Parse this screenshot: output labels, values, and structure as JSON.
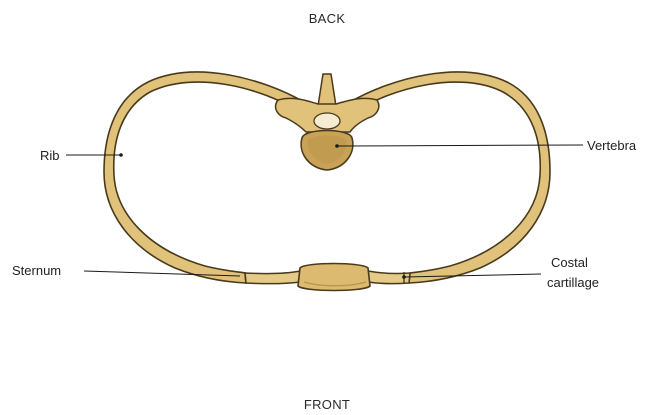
{
  "orientation": {
    "top": "BACK",
    "bottom": "FRONT"
  },
  "labels": {
    "rib": "Rib",
    "vertebra": "Vertebra",
    "sternum": "Sternum",
    "costal_line1": "Costal",
    "costal_line2": "cartillage"
  },
  "colors": {
    "bone_fill": "#e0c27a",
    "bone_outline": "#4a3a1c",
    "bone_shadow": "#b8954a",
    "vertebra_body": "#c9a257",
    "leader_line": "#1a1a1a"
  }
}
